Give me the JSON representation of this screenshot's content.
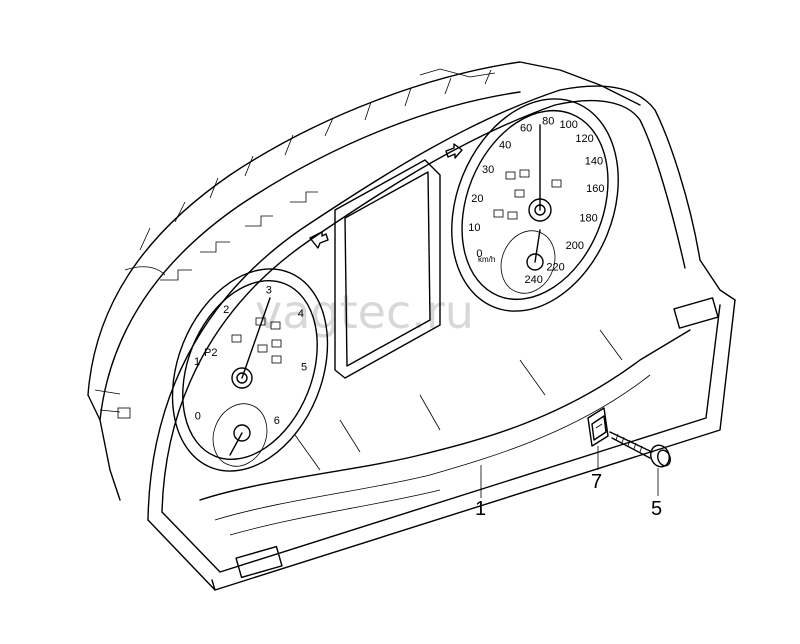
{
  "watermark": "vagtec.ru",
  "callouts": [
    {
      "id": "1",
      "label": "1"
    },
    {
      "id": "7",
      "label": "7"
    },
    {
      "id": "5",
      "label": "5"
    }
  ],
  "speedometer": {
    "ticks": [
      "0",
      "10",
      "20",
      "30",
      "40",
      "60",
      "80",
      "100",
      "120",
      "140",
      "160",
      "180",
      "200",
      "220",
      "240"
    ],
    "unit": "km/h"
  },
  "tachometer": {
    "ticks": [
      "0",
      "1",
      "2",
      "3",
      "4",
      "5",
      "6"
    ]
  },
  "indicators": {
    "parking_label": "P2"
  }
}
